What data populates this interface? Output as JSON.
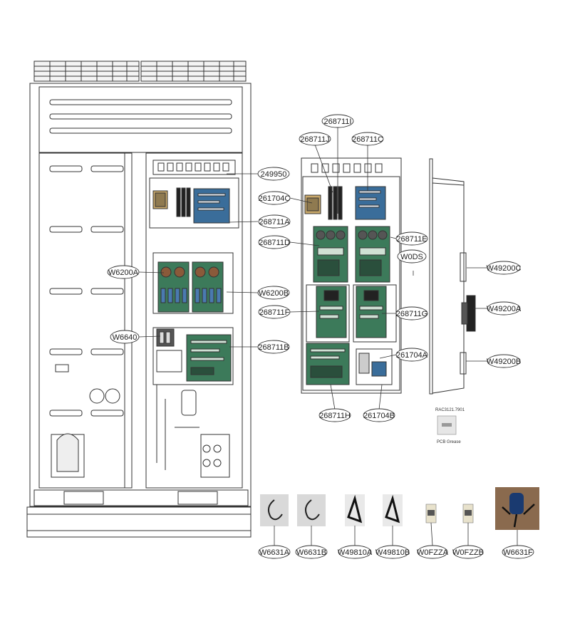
{
  "callouts": {
    "p249950": "249950",
    "p261704C": "261704C",
    "p268711A": "268711A",
    "pW6200A": "W6200A",
    "pW6200B": "W6200B",
    "pW6640": "W6640",
    "p268711B": "268711B",
    "p268711I": "268711I",
    "p268711J": "268711J",
    "p268711C": "268711C",
    "p268711D": "268711D",
    "p268711E": "268711E",
    "pW0DS": "W0DS",
    "p268711F": "268711F",
    "p268711G": "268711G",
    "p261704A": "261704A",
    "p268711H": "268711H",
    "p261704B": "261704B",
    "pW49200C": "W49200C",
    "pW49200A": "W49200A",
    "pW49200B": "W49200B",
    "pW6631A": "W6631A",
    "pW6631B": "W6631B",
    "pW49810A": "W49810A",
    "pW49810B": "W49810B",
    "pW0FZZA": "W0FZZA",
    "pW0FZZB": "W0FZZB",
    "pW6631F": "W6631F"
  },
  "grease": {
    "code": "RAC3121.7901",
    "label": "PCB Grease"
  },
  "colors": {
    "line": "#333333",
    "pcb_green": "#3c7a5a",
    "pcb_blue": "#3a6d9a",
    "capacitor": "#555555"
  }
}
